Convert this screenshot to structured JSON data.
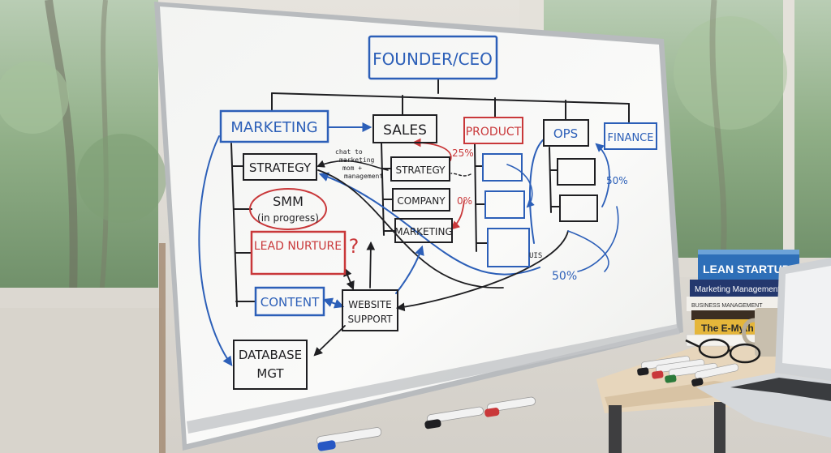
{
  "board": {
    "top": "FOUNDER/CEO",
    "depts": {
      "marketing": "MARKETING",
      "sales": "SALES",
      "product": "PRODUCT",
      "ops": "OPS",
      "finance": "FINANCE"
    },
    "marketing_items": {
      "strategy": "STRATEGY",
      "smm_1": "SMM",
      "smm_2": "(in progress)",
      "lead": "LEAD NURTURE",
      "lead_q": "?",
      "content": "CONTENT",
      "db_1": "DATABASE",
      "db_2": "MGT"
    },
    "sales_items": {
      "strategy": "STRATEGY",
      "company": "COMPANY",
      "marketing": "MARKETING"
    },
    "website": {
      "line1": "WEBSITE",
      "line2": "SUPPORT"
    },
    "annotations": {
      "note_1": "chat to",
      "note_2": "marketing",
      "note_3": "mom +",
      "note_4": "management",
      "pct_25": "25%",
      "pct_0": "0%",
      "pct_50a": "50%",
      "pct_50b": "50%",
      "uis": "UIS"
    }
  },
  "books": {
    "b1": "LEAN STARTUP",
    "b2": "Marketing Management",
    "b3": "BUSINESS MANAGEMENT",
    "b4": "The E-Myth"
  },
  "colors": {
    "blue": "#2c5fb8",
    "red": "#c9383a",
    "ink": "#1f1f22",
    "board": "#f6f7f5",
    "window_green": "#8fb08a"
  }
}
